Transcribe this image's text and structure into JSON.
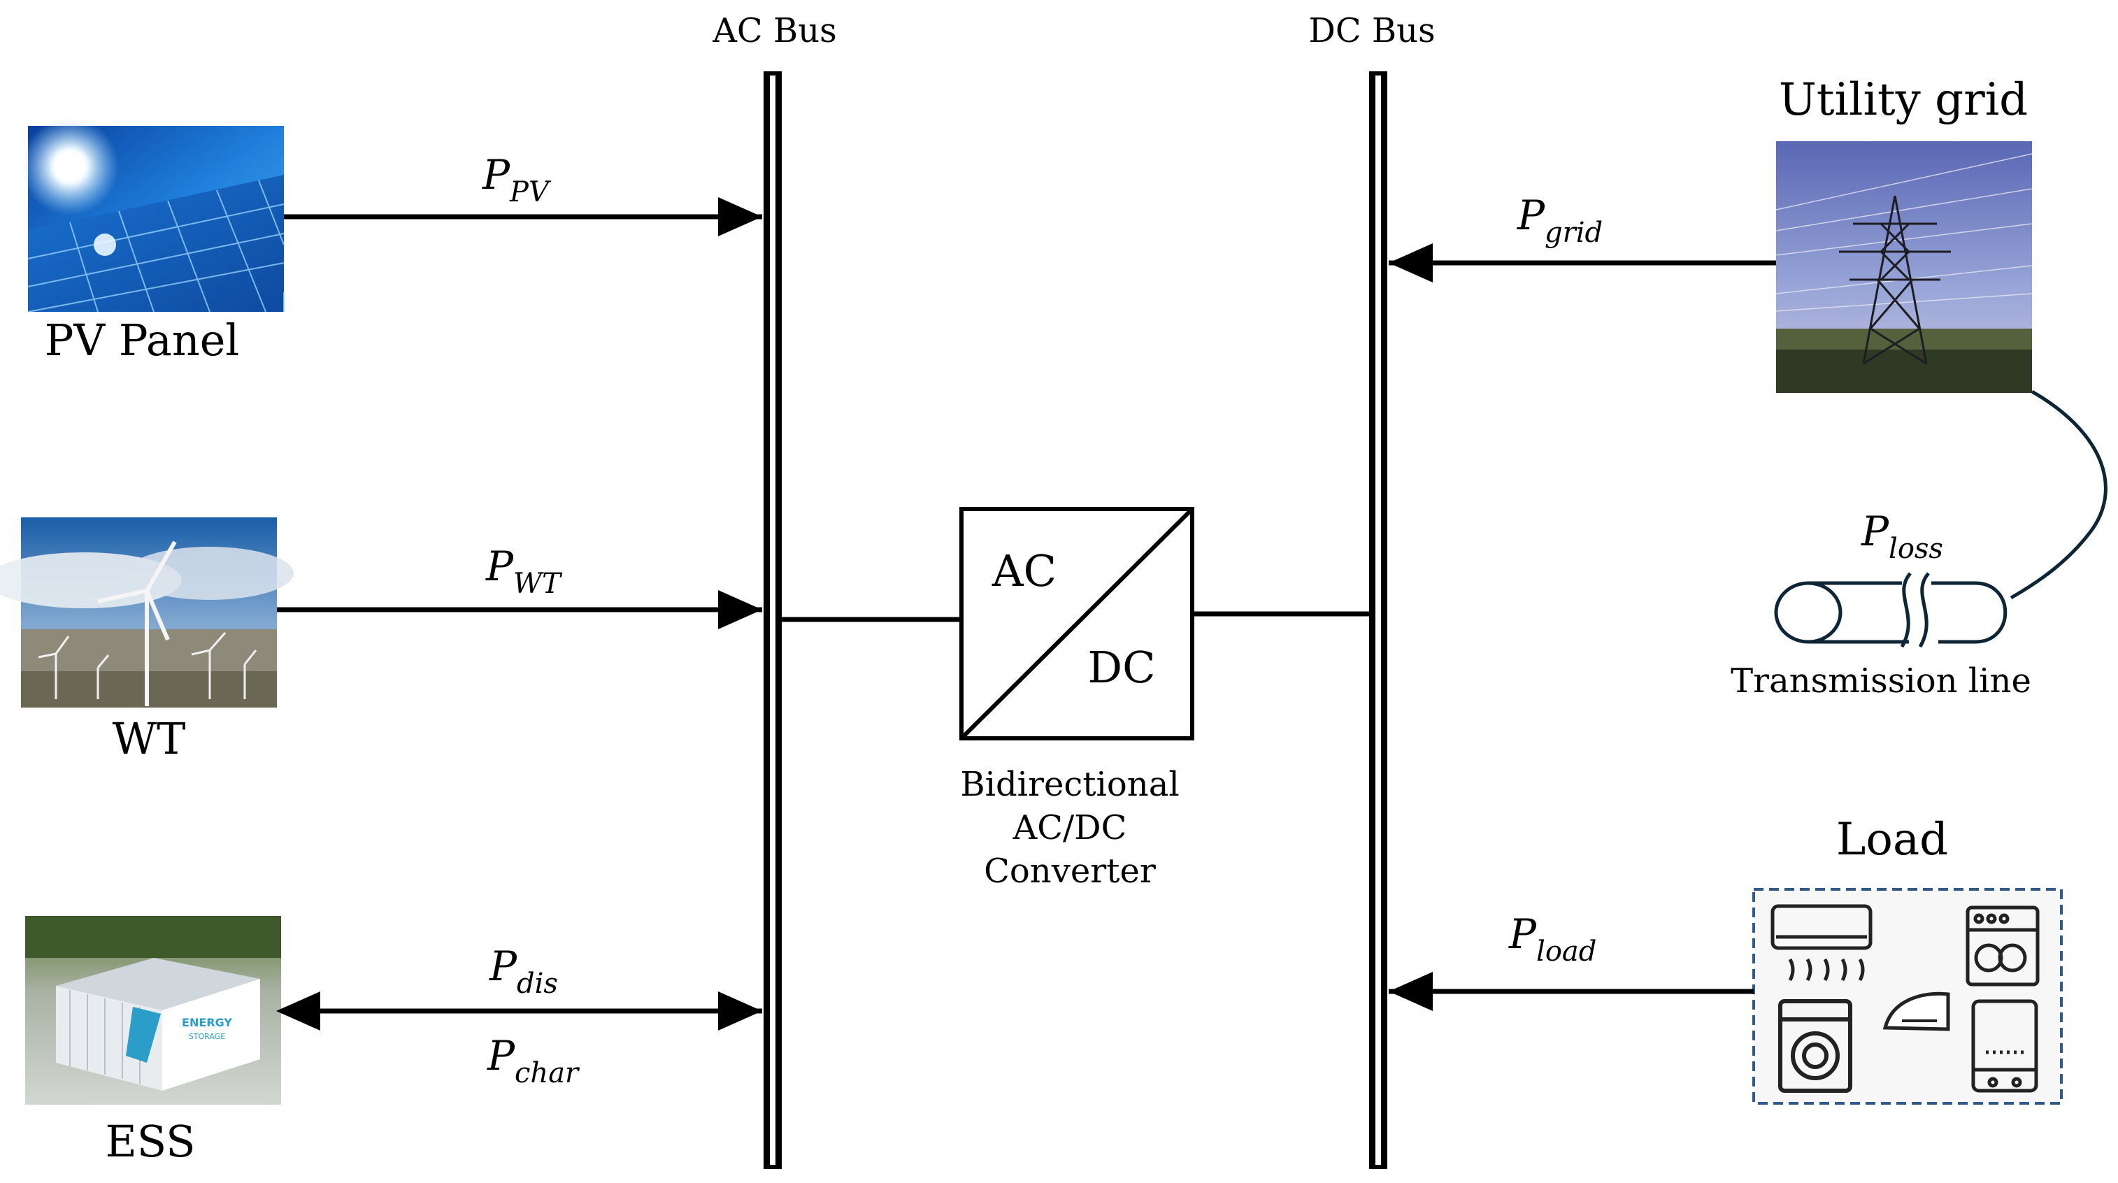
{
  "buses": {
    "ac": {
      "label": "AC Bus"
    },
    "dc": {
      "label": "DC Bus"
    }
  },
  "sources": {
    "pv": {
      "label": "PV Panel",
      "flow": {
        "symbol": "P",
        "sub": "PV"
      }
    },
    "wt": {
      "label": "WT",
      "flow": {
        "symbol": "P",
        "sub": "WT"
      }
    },
    "ess": {
      "label": "ESS",
      "flow_dis": {
        "symbol": "P",
        "sub": "dis"
      },
      "flow_char": {
        "symbol": "P",
        "sub": "char"
      },
      "container_text": {
        "line1": "ENERGY",
        "line2": "STORAGE"
      }
    }
  },
  "converter": {
    "ac_label": "AC",
    "dc_label": "DC",
    "caption": [
      "Bidirectional",
      "AC/DC",
      "Converter"
    ]
  },
  "grid": {
    "label": "Utility grid",
    "flow": {
      "symbol": "P",
      "sub": "grid"
    }
  },
  "transmission": {
    "label": "Transmission line",
    "flow": {
      "symbol": "P",
      "sub": "loss"
    }
  },
  "load": {
    "label": "Load",
    "flow": {
      "symbol": "P",
      "sub": "load"
    }
  }
}
